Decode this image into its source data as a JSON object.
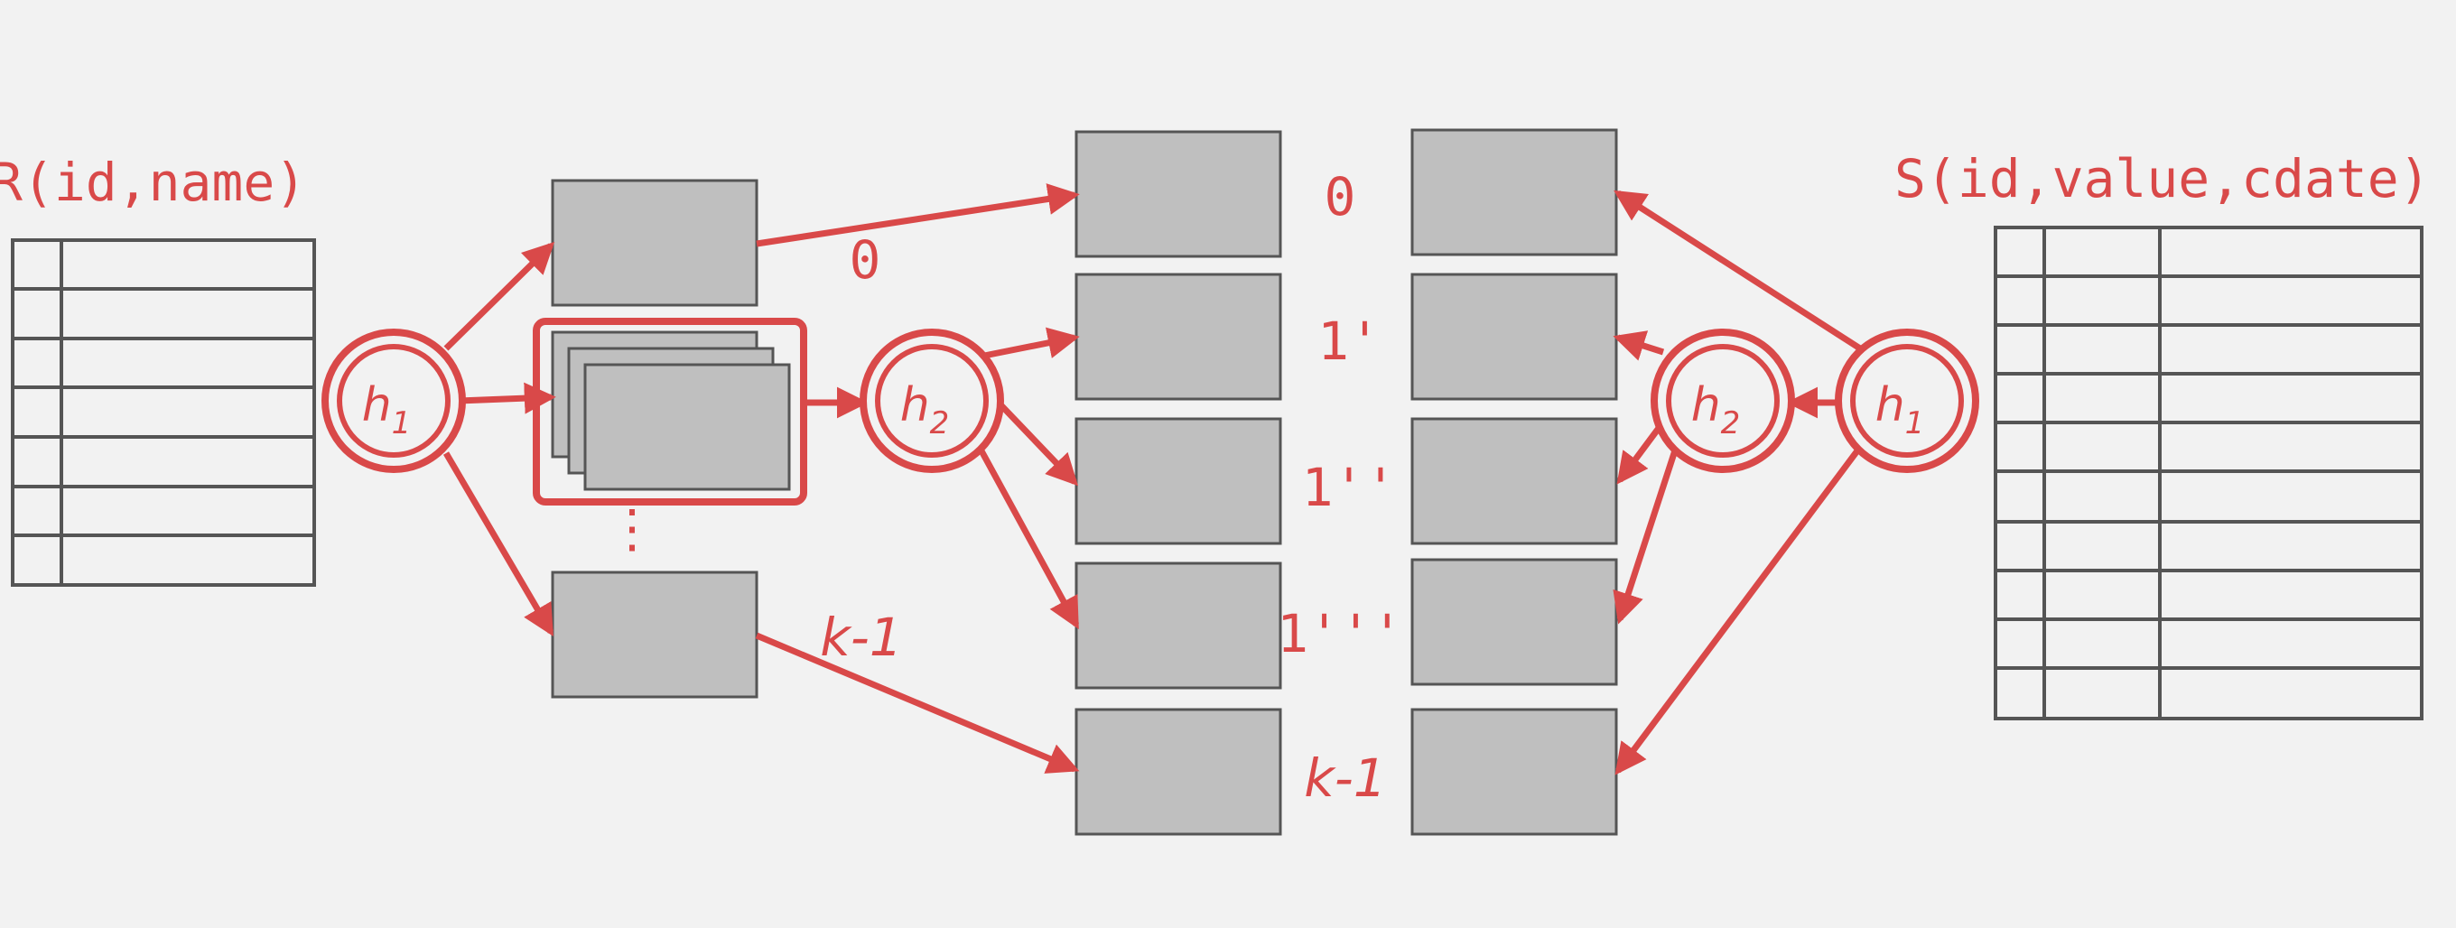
{
  "colors": {
    "accent": "#d94949",
    "bucket_fill": "#bfbfbf",
    "bucket_stroke": "#555555",
    "table_stroke": "#555555",
    "background": "#f2f2f2"
  },
  "relations": {
    "left": "R(id,name)",
    "right": "S(id,value,cdate)"
  },
  "hash_functions": {
    "h1": {
      "letter": "h",
      "sub": "1"
    },
    "h2": {
      "letter": "h",
      "sub": "2"
    }
  },
  "partition_labels": {
    "left_top": "0",
    "left_bottom": "k-1",
    "ellipsis": "⋮"
  },
  "bucket_labels": [
    "0",
    "1'",
    "1''",
    "1'''",
    "k-1"
  ]
}
